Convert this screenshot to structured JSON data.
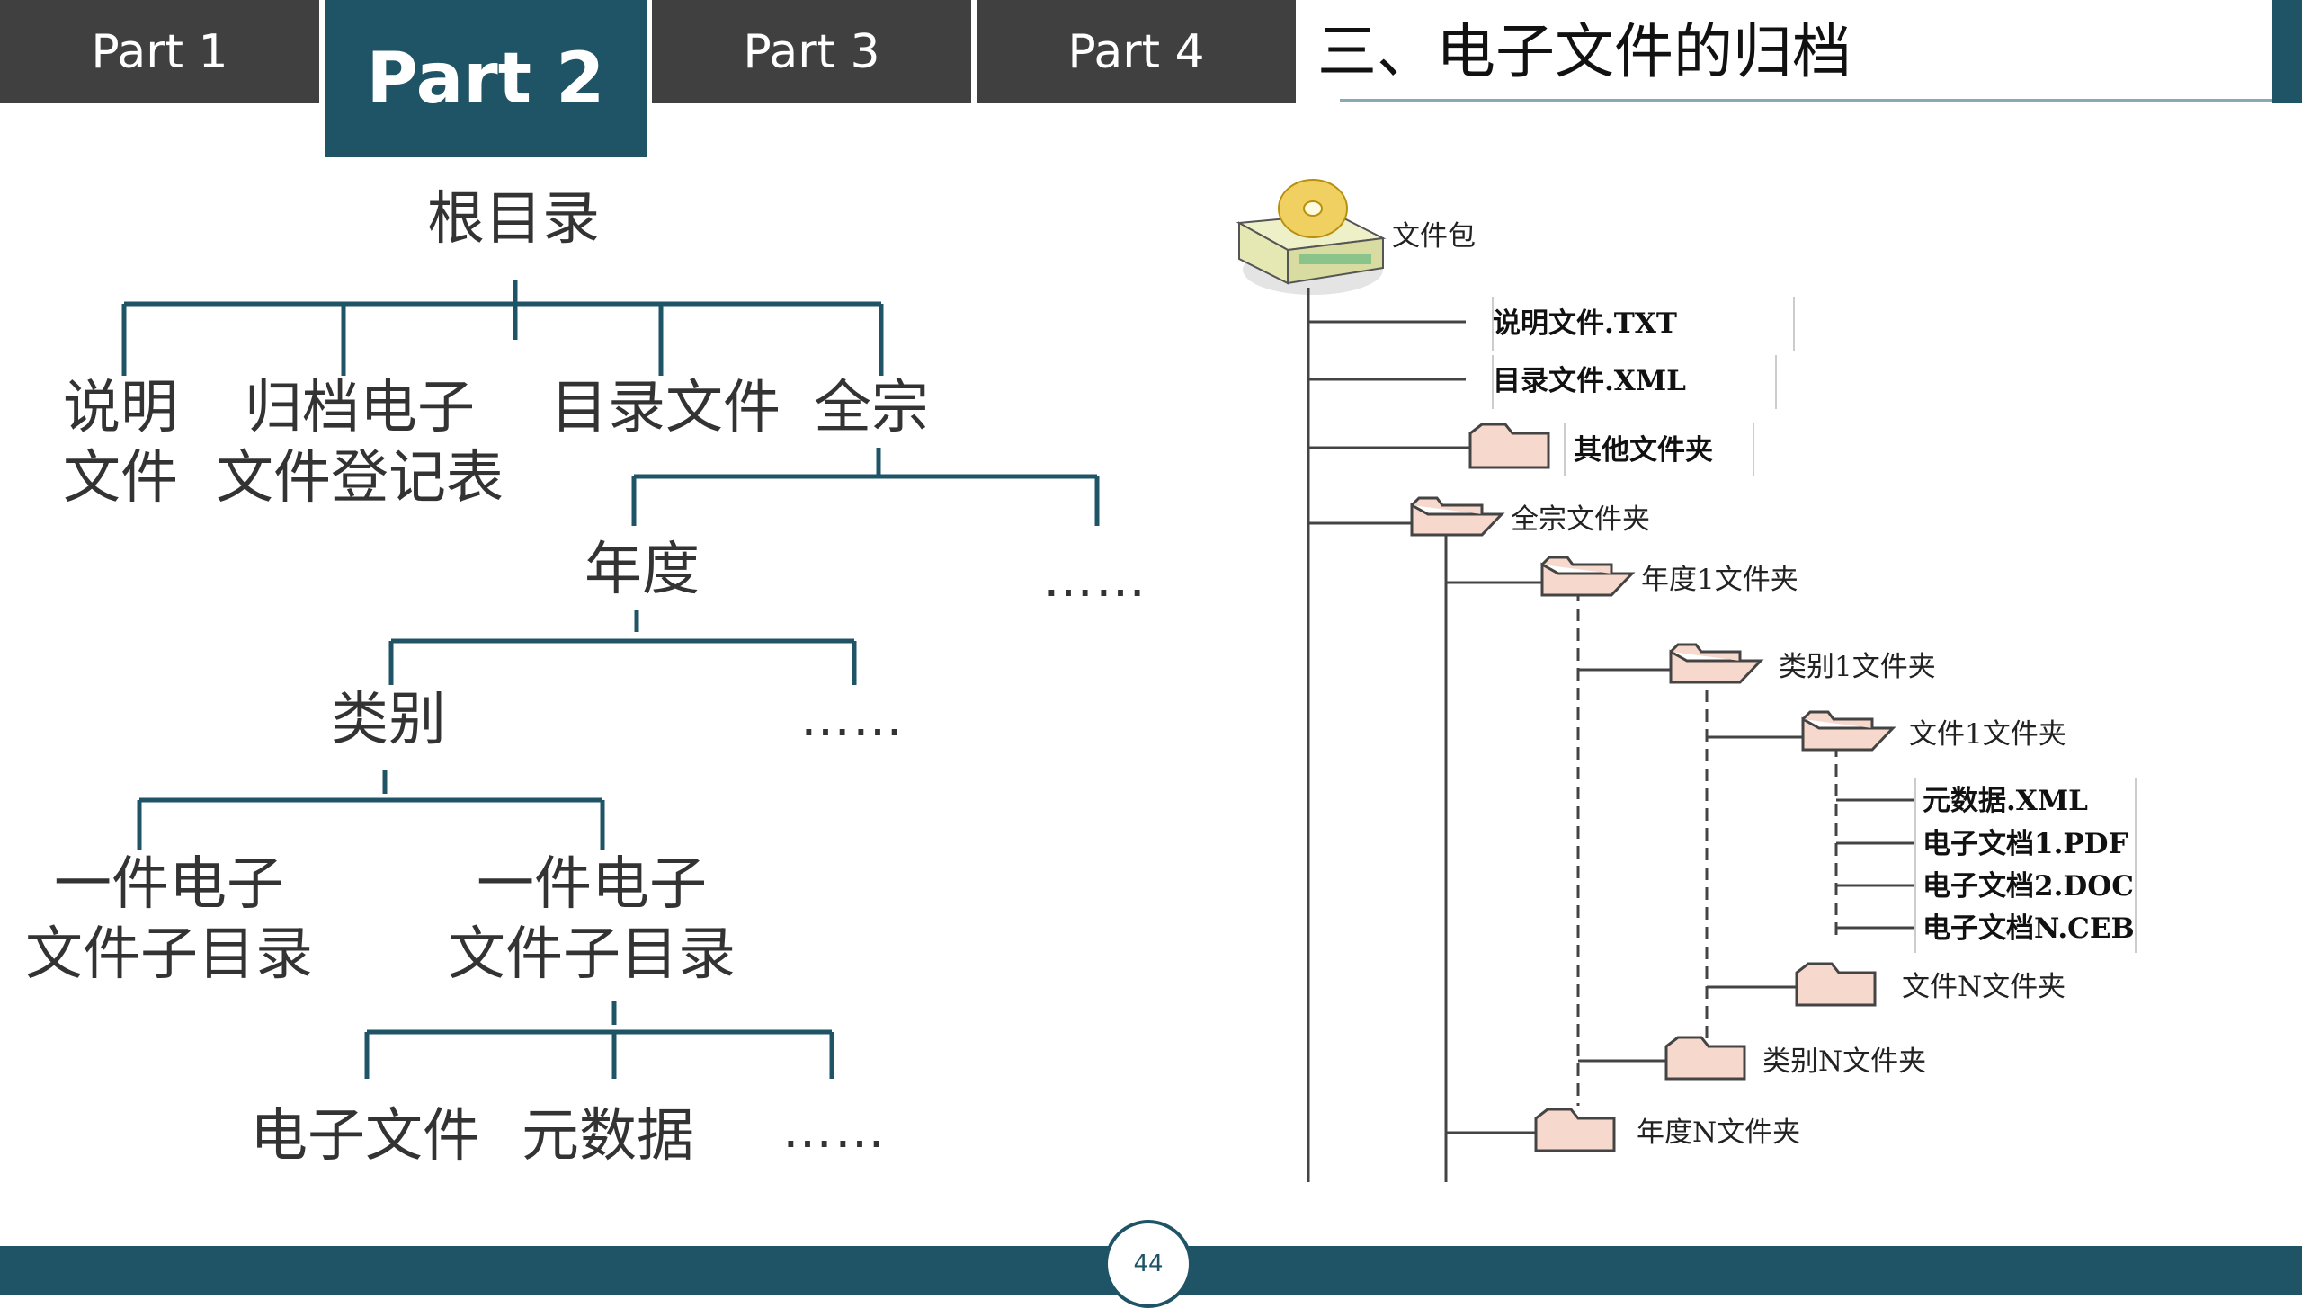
{
  "tabs": [
    {
      "label": "Part 1",
      "active": false
    },
    {
      "label": "Part 2",
      "active": true
    },
    {
      "label": "Part 3",
      "active": false
    },
    {
      "label": "Part 4",
      "active": false
    }
  ],
  "slide_title": "三、电子文件的归档",
  "left_tree": {
    "root": "根目录",
    "level1": [
      "说明\n文件",
      "归档电子\n文件登记表",
      "目录文件",
      "全宗"
    ],
    "level2": [
      "年度",
      "……"
    ],
    "level3": [
      "类别",
      "……"
    ],
    "level4": [
      "一件电子\n文件子目录",
      "一件电子\n文件子目录"
    ],
    "level5": [
      "电子文件",
      "元数据",
      "……"
    ]
  },
  "right_tree": {
    "package": "文件包",
    "items": {
      "readme": "说明文件.TXT",
      "catalog": "目录文件.XML",
      "other": "其他文件夹",
      "fonds": "全宗文件夹",
      "year1": "年度1文件夹",
      "category1": "类别1文件夹",
      "file1": "文件1文件夹",
      "metadata": "元数据.XML",
      "doc1": "电子文档1.PDF",
      "doc2": "电子文档2.DOC",
      "docN": "电子文档N.CEB",
      "fileN": "文件N文件夹",
      "categoryN": "类别N文件夹",
      "yearN": "年度N文件夹"
    }
  },
  "page_number": "44",
  "colors": {
    "accent": "#1f5466",
    "tab_inactive": "#404040",
    "folder": "#f6d9cc"
  }
}
